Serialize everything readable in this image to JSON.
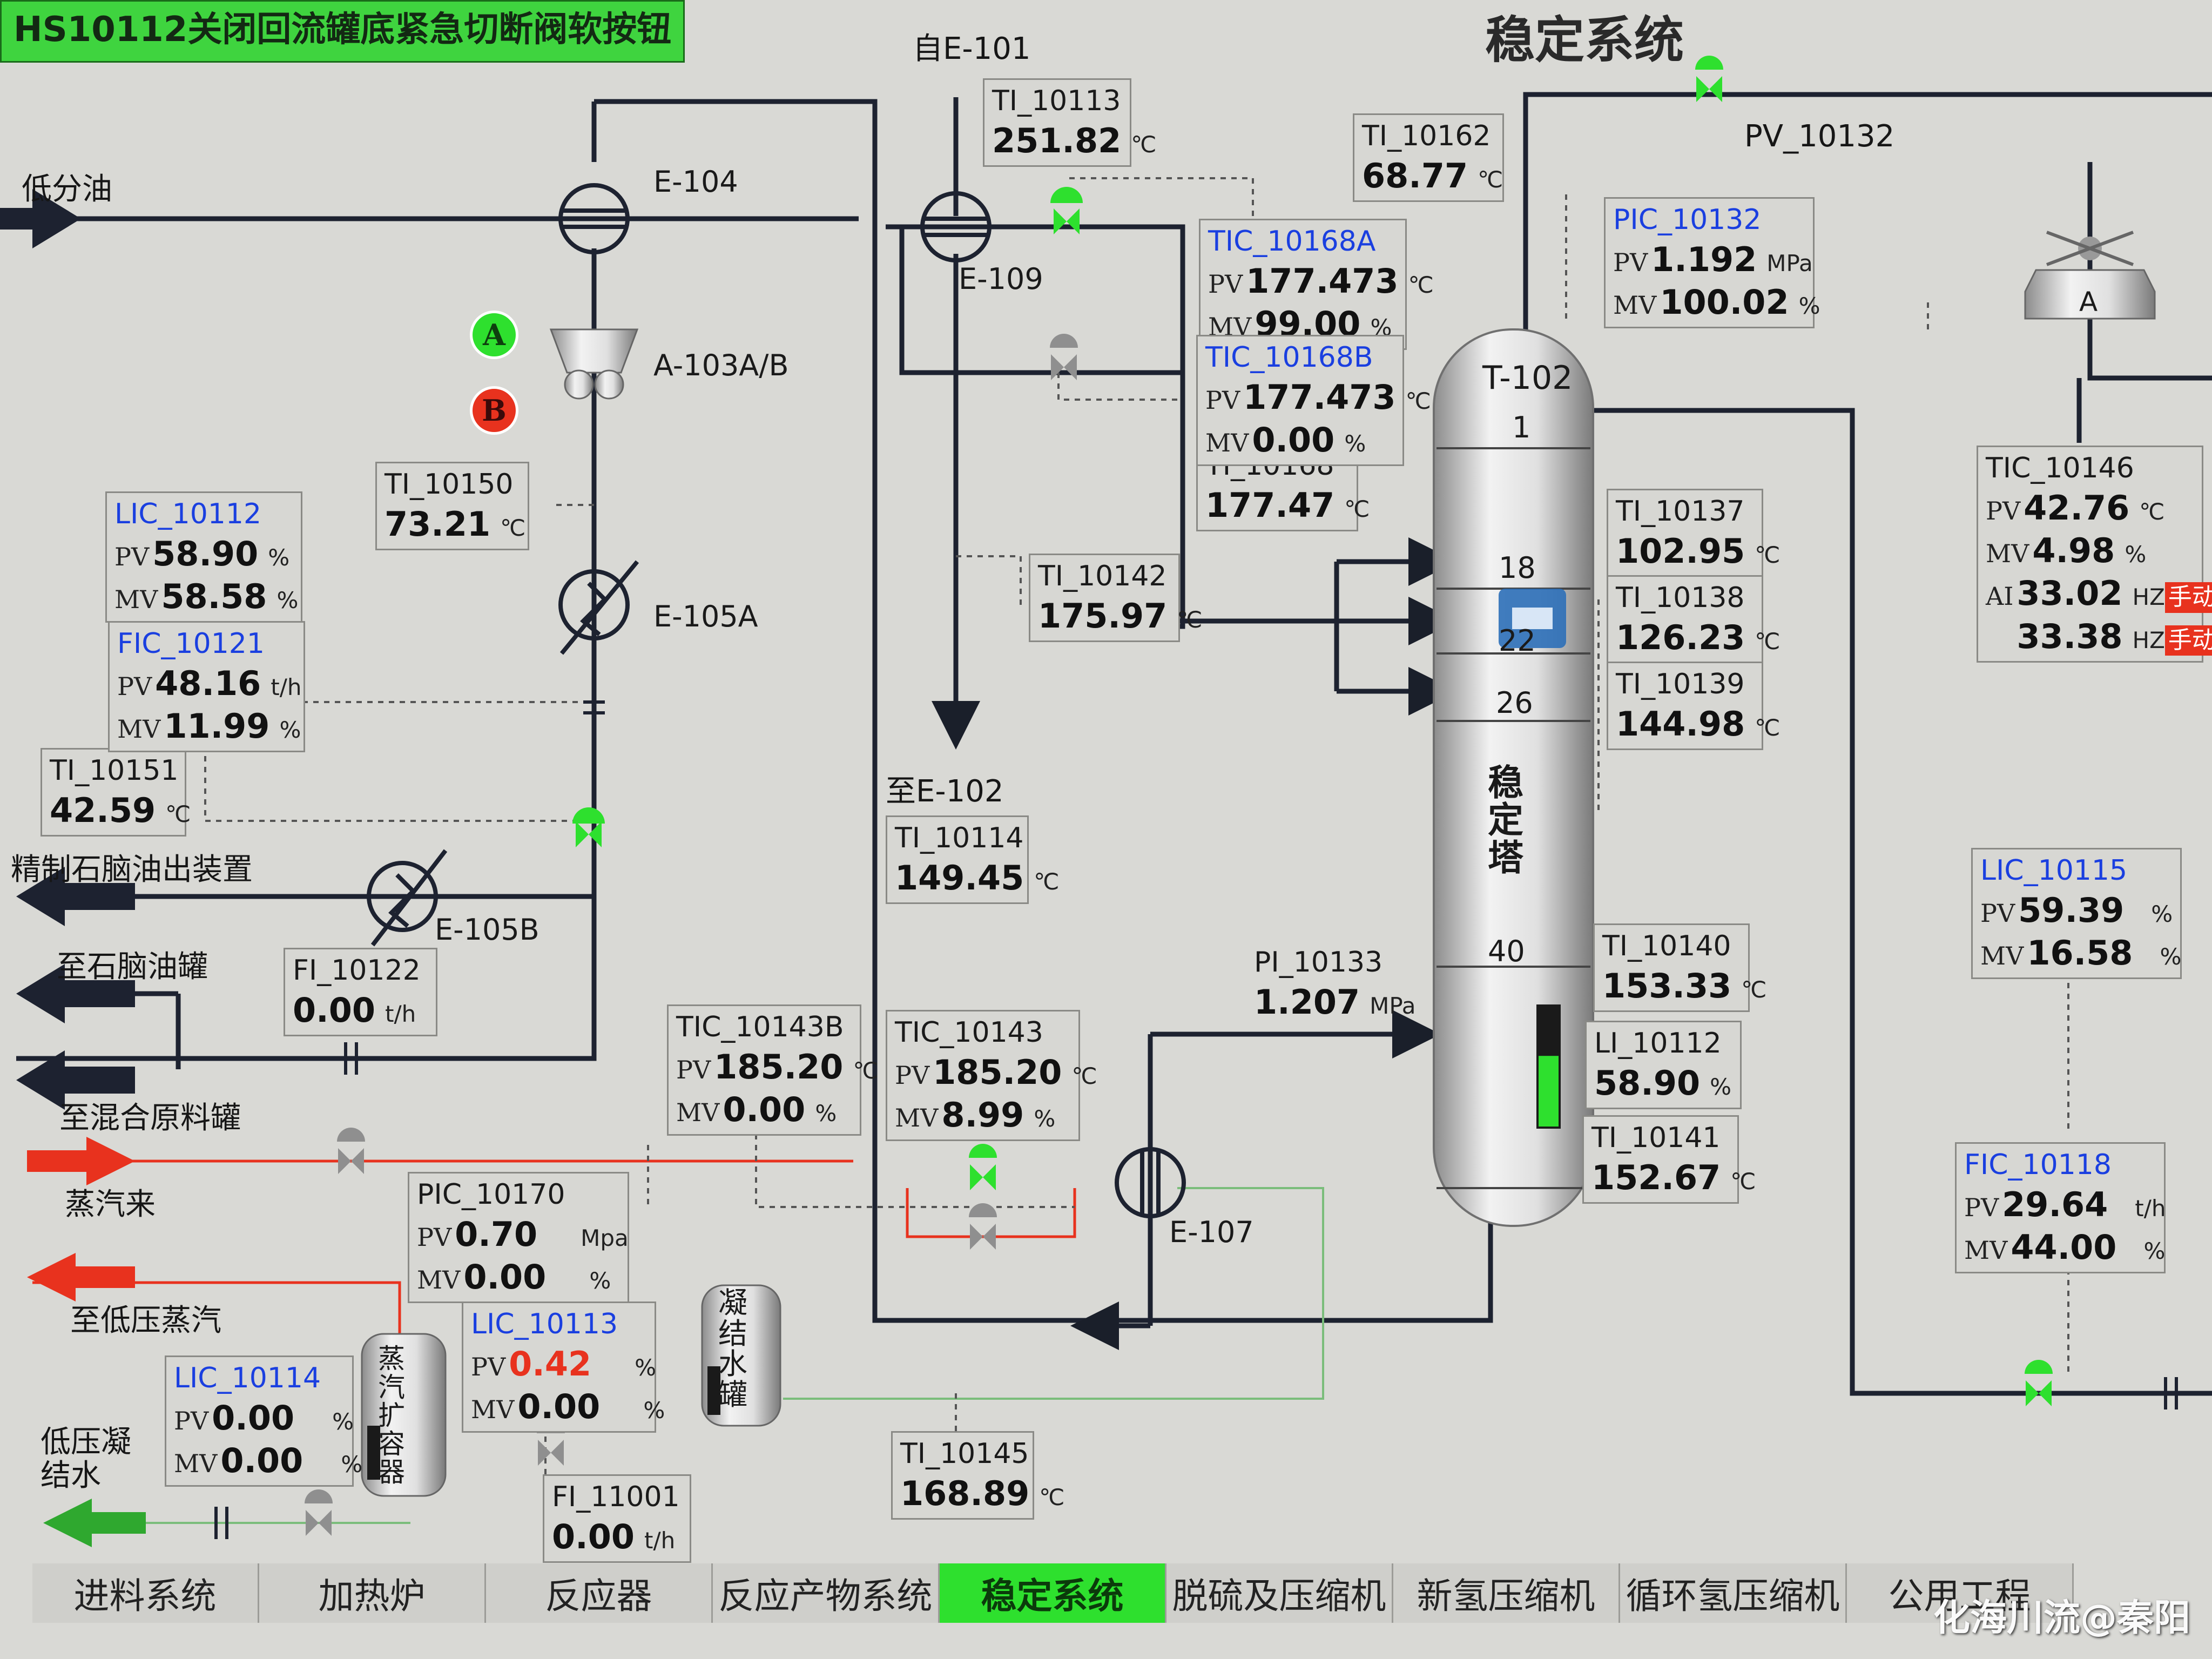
{
  "alarm_button": "HS10112关闭回流罐底紧急切断阀软按钮",
  "page_title": "稳定系统",
  "labels": {
    "from_e101": "自E-101",
    "low_sep_oil": "低分油",
    "refined_naphtha_out": "精制石脑油出装置",
    "to_naphtha_tank": "至石脑油罐",
    "to_mixed_feed_tank": "至混合原料罐",
    "steam_in": "蒸汽来",
    "to_low_pressure_steam": "至低压蒸汽",
    "low_pressure_condensate": "低压凝结水",
    "to_e102": "至E-102",
    "pv_10132": "PV_10132"
  },
  "equipment": {
    "e104": "E-104",
    "e109": "E-109",
    "a103": "A-103A/B",
    "e105a": "E-105A",
    "e105b": "E-105B",
    "e107": "E-107",
    "t102": "T-102",
    "tower_name": "稳定塔",
    "steam_expander": "蒸汽扩容器",
    "condensate_tank": "凝结水罐",
    "tray_1": "1",
    "tray_18": "18",
    "tray_22": "22",
    "tray_26": "26",
    "tray_40": "40",
    "pump_a": "A",
    "pump_b": "B",
    "fan_a": "A"
  },
  "instruments": {
    "ti10113": {
      "tag": "TI_10113",
      "pv": "251.82",
      "unit": "℃"
    },
    "ti10162": {
      "tag": "TI_10162",
      "pv": "68.77",
      "unit": "℃"
    },
    "pic10132": {
      "tag": "PIC_10132",
      "pv_lbl": "PV",
      "pv": "1.192",
      "pv_unit": "MPa",
      "mv_lbl": "MV",
      "mv": "100.02",
      "mv_unit": "%"
    },
    "tic10168a": {
      "tag": "TIC_10168A",
      "pv_lbl": "PV",
      "pv": "177.473",
      "pv_unit": "℃",
      "mv_lbl": "MV",
      "mv": "99.00",
      "mv_unit": "%"
    },
    "tic10168b": {
      "tag": "TIC_10168B",
      "pv_lbl": "PV",
      "pv": "177.473",
      "pv_unit": "℃",
      "mv_lbl": "MV",
      "mv": "0.00",
      "mv_unit": "%"
    },
    "ti10168": {
      "tag": "TI_10168",
      "pv": "177.47",
      "unit": "℃"
    },
    "ti10150": {
      "tag": "TI_10150",
      "pv": "73.21",
      "unit": "℃"
    },
    "lic10112": {
      "tag": "LIC_10112",
      "pv_lbl": "PV",
      "pv": "58.90",
      "pv_unit": "%",
      "mv_lbl": "MV",
      "mv": "58.58",
      "mv_unit": "%"
    },
    "fic10121": {
      "tag": "FIC_10121",
      "pv_lbl": "PV",
      "pv": "48.16",
      "pv_unit": "t/h",
      "mv_lbl": "MV",
      "mv": "11.99",
      "mv_unit": "%"
    },
    "ti10151": {
      "tag": "TI_10151",
      "pv": "42.59",
      "unit": "℃"
    },
    "ti10142": {
      "tag": "TI_10142",
      "pv": "175.97",
      "unit": "℃"
    },
    "ti10114": {
      "tag": "TI_10114",
      "pv": "149.45",
      "unit": "℃"
    },
    "ti10137": {
      "tag": "TI_10137",
      "pv": "102.95",
      "unit": "℃"
    },
    "ti10138": {
      "tag": "TI_10138",
      "pv": "126.23",
      "unit": "℃"
    },
    "ti10139": {
      "tag": "TI_10139",
      "pv": "144.98",
      "unit": "℃"
    },
    "ti10140": {
      "tag": "TI_10140",
      "pv": "153.33",
      "unit": "℃"
    },
    "li10112": {
      "tag": "LI_10112",
      "pv": "58.90",
      "unit": "%"
    },
    "ti10141": {
      "tag": "TI_10141",
      "pv": "152.67",
      "unit": "℃"
    },
    "pi10133": {
      "tag": "PI_10133",
      "pv": "1.207",
      "unit": "MPa"
    },
    "fi10122": {
      "tag": "FI_10122",
      "pv": "0.00",
      "unit": "t/h"
    },
    "tic10143b": {
      "tag": "TIC_10143B",
      "pv_lbl": "PV",
      "pv": "185.20",
      "pv_unit": "℃",
      "mv_lbl": "MV",
      "mv": "0.00",
      "mv_unit": "%"
    },
    "tic10143": {
      "tag": "TIC_10143",
      "pv_lbl": "PV",
      "pv": "185.20",
      "pv_unit": "℃",
      "mv_lbl": "MV",
      "mv": "8.99",
      "mv_unit": "%"
    },
    "pic10170": {
      "tag": "PIC_10170",
      "pv_lbl": "PV",
      "pv": "0.70",
      "pv_unit": "Mpa",
      "mv_lbl": "MV",
      "mv": "0.00",
      "mv_unit": "%"
    },
    "lic10113": {
      "tag": "LIC_10113",
      "pv_lbl": "PV",
      "pv": "0.42",
      "pv_unit": "%",
      "mv_lbl": "MV",
      "mv": "0.00",
      "mv_unit": "%"
    },
    "lic10114": {
      "tag": "LIC_10114",
      "pv_lbl": "PV",
      "pv": "0.00",
      "pv_unit": "%",
      "mv_lbl": "MV",
      "mv": "0.00",
      "mv_unit": "%"
    },
    "fi11001": {
      "tag": "FI_11001",
      "pv": "0.00",
      "unit": "t/h"
    },
    "ti10145": {
      "tag": "TI_10145",
      "pv": "168.89",
      "unit": "℃"
    },
    "tic10146": {
      "tag": "TIC_10146",
      "pv_lbl": "PV",
      "pv": "42.76",
      "pv_unit": "℃",
      "mv_lbl": "MV",
      "mv": "4.98",
      "mv_unit": "%",
      "ai_lbl": "AI",
      "ai": "33.02",
      "ai_unit": "HZ",
      "ai2": "33.38",
      "ai2_unit": "HZ",
      "manual": "手动",
      "manual2": "手动"
    },
    "lic10115": {
      "tag": "LIC_10115",
      "pv_lbl": "PV",
      "pv": "59.39",
      "pv_unit": "%",
      "mv_lbl": "MV",
      "mv": "16.58",
      "mv_unit": "%"
    },
    "fic10118": {
      "tag": "FIC_10118",
      "pv_lbl": "PV",
      "pv": "29.64",
      "pv_unit": "t/h",
      "mv_lbl": "MV",
      "mv": "44.00",
      "mv_unit": "%"
    }
  },
  "tower_level_percent": 58.9,
  "tabs": [
    {
      "label": "进料系统",
      "active": false
    },
    {
      "label": "加热炉",
      "active": false
    },
    {
      "label": "反应器",
      "active": false
    },
    {
      "label": "反应产物系统",
      "active": false
    },
    {
      "label": "稳定系统",
      "active": true
    },
    {
      "label": "脱硫及压缩机",
      "active": false
    },
    {
      "label": "新氢压缩机",
      "active": false
    },
    {
      "label": "循环氢压缩机",
      "active": false
    },
    {
      "label": "公用工程",
      "active": false
    }
  ],
  "watermark": "化海川流@秦阳",
  "colors": {
    "valve_active": "#2ee02e",
    "valve_idle": "#8f8f8f",
    "steam_arrow": "#e8321e",
    "condensate_arrow": "#2fa82f",
    "pv_alarm": "#e8321e",
    "tag_blue": "#1a3fe0"
  }
}
